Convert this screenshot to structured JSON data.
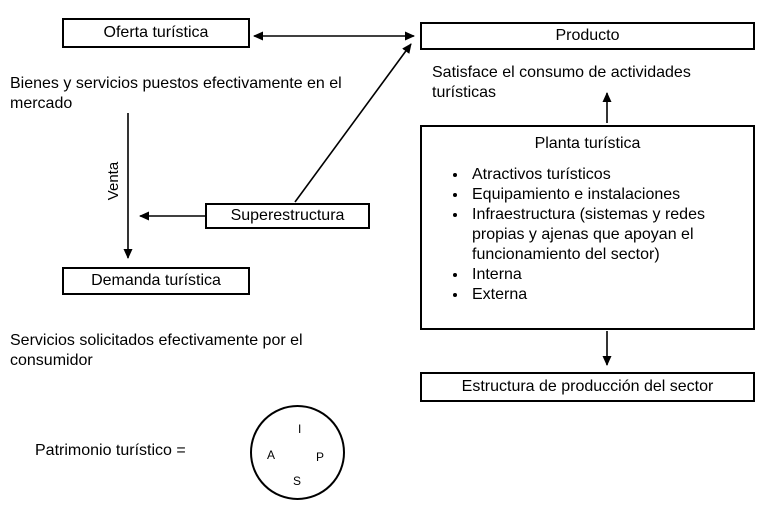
{
  "boxes": {
    "oferta": {
      "label": "Oferta turística"
    },
    "producto": {
      "label": "Producto"
    },
    "superestructura": {
      "label": "Superestructura"
    },
    "demanda": {
      "label": "Demanda turística"
    },
    "planta": {
      "title": "Planta turística",
      "bullets": [
        "Atractivos turísticos",
        "Equipamiento e instalaciones",
        "Infraestructura (sistemas y redes propias y ajenas que apoyan el funcionamiento del sector)",
        "Interna",
        "Externa"
      ]
    },
    "estructura": {
      "label": "Estructura de producción del sector"
    }
  },
  "annotations": {
    "bienes": "Bienes y servicios puestos efectivamente en el mercado",
    "satisface": "Satisface el consumo de actividades turísticas",
    "servicios": "Servicios solicitados efectivamente por el consumidor",
    "venta": "Venta",
    "patrimonio": "Patrimonio turístico ="
  },
  "patrimonio_circle": {
    "letters": {
      "top": "I",
      "left": "A",
      "right": "P",
      "bottom": "S"
    }
  },
  "colors": {
    "border": "#000000",
    "background": "#ffffff",
    "text": "#000000"
  }
}
